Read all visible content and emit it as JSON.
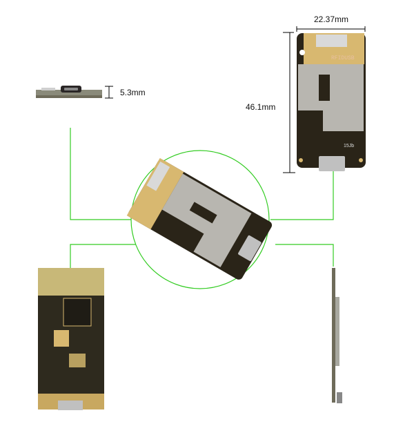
{
  "dimensions": {
    "width_label": "22.37mm",
    "height_label": "46.1mm",
    "thickness_label": "5.3mm"
  },
  "board": {
    "silkscreen": "RFIDUSB",
    "marking": "15Jb"
  },
  "colors": {
    "connector_line": "#33cc22",
    "pcb": "#2a2418",
    "shield": "#b8b6b0",
    "gold": "#d8b870"
  }
}
